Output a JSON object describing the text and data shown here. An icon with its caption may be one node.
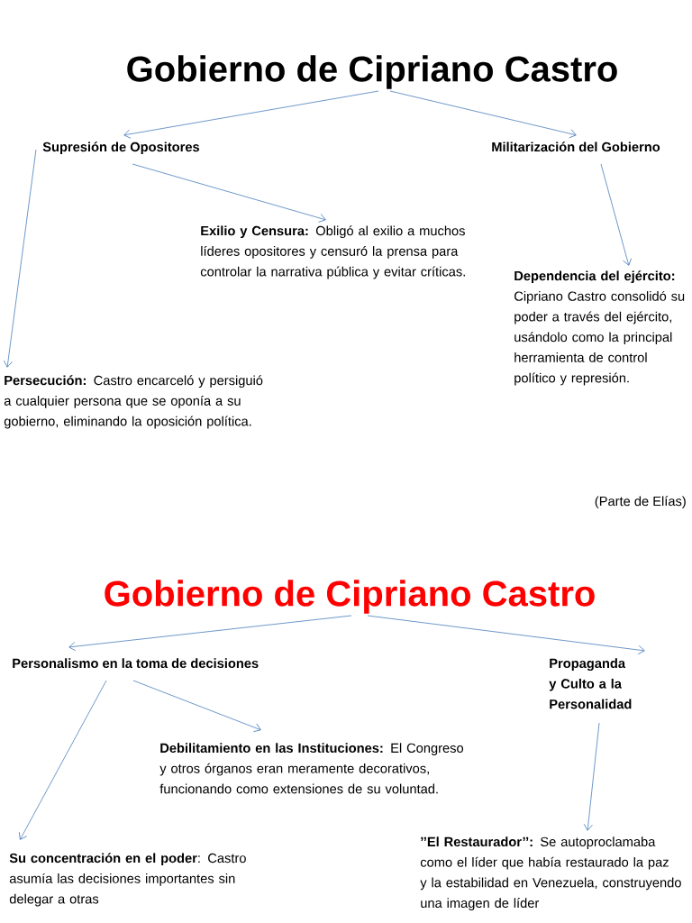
{
  "diagram": {
    "nodes": [
      {
        "text": [
          "Gobierno de Cipriano Castro"
        ]
      },
      {
        "text": [
          "Supresión de Opositores"
        ]
      },
      {
        "text": [
          "Militarización del Gobierno"
        ]
      },
      {
        "text": [
          "**Exilio y Censura:** Obligó al exilio a muchos líderes opositores y censuró la prensa para controlar la narrativa pública y evitar críticas."
        ]
      },
      {
        "text": [
          "**Persecución:** Castro encarceló y persiguió a cualquier persona que se oponía a su gobierno, eliminando la oposición política."
        ]
      },
      {
        "text": [
          "**Dependencia del ejército:** Cipriano Castro consolidó su poder a través del ejército, usándolo como la principal herramienta de control político y represión."
        ]
      },
      {
        "text": [
          "Gobierno de Cipriano Castro"
        ]
      },
      {
        "text": [
          "Personalismo en la toma de decisiones"
        ]
      },
      {
        "text": [
          "Propaganda y Culto a la Personalidad"
        ]
      },
      {
        "text": [
          "**Debilitamiento en las Instituciones:** El Congreso y otros órganos eran meramente decorativos, funcionando como extensiones de su voluntad."
        ]
      },
      {
        "text": [
          "**Su concentración en el poder**: Castro asumía las decisiones importantes sin delegar a otras"
        ]
      },
      {
        "text": [
          "**’’El Restaurador’’:** Se autoproclamaba como el líder que había restaurado la paz y la estabilidad en Venezuela, construyendo una imagen de líder"
        ]
      }
    ],
    "edges": [
      {
        "from": 0,
        "to": 1,
        "arrow": "to"
      },
      {
        "from": 0,
        "to": 2,
        "arrow": "to"
      },
      {
        "from": 1,
        "to": 3,
        "arrow": "to"
      },
      {
        "from": 1,
        "to": 4,
        "arrow": "to"
      },
      {
        "from": 2,
        "to": 5,
        "arrow": "to"
      },
      {
        "from": 6,
        "to": 7,
        "arrow": "to"
      },
      {
        "from": 6,
        "to": 8,
        "arrow": "to"
      },
      {
        "from": 7,
        "to": 9,
        "arrow": "to"
      },
      {
        "from": 7,
        "to": 10,
        "arrow": "to"
      },
      {
        "from": 8,
        "to": 11,
        "arrow": "to"
      }
    ],
    "labels": [
      "(Parte de Elías)"
    ]
  }
}
